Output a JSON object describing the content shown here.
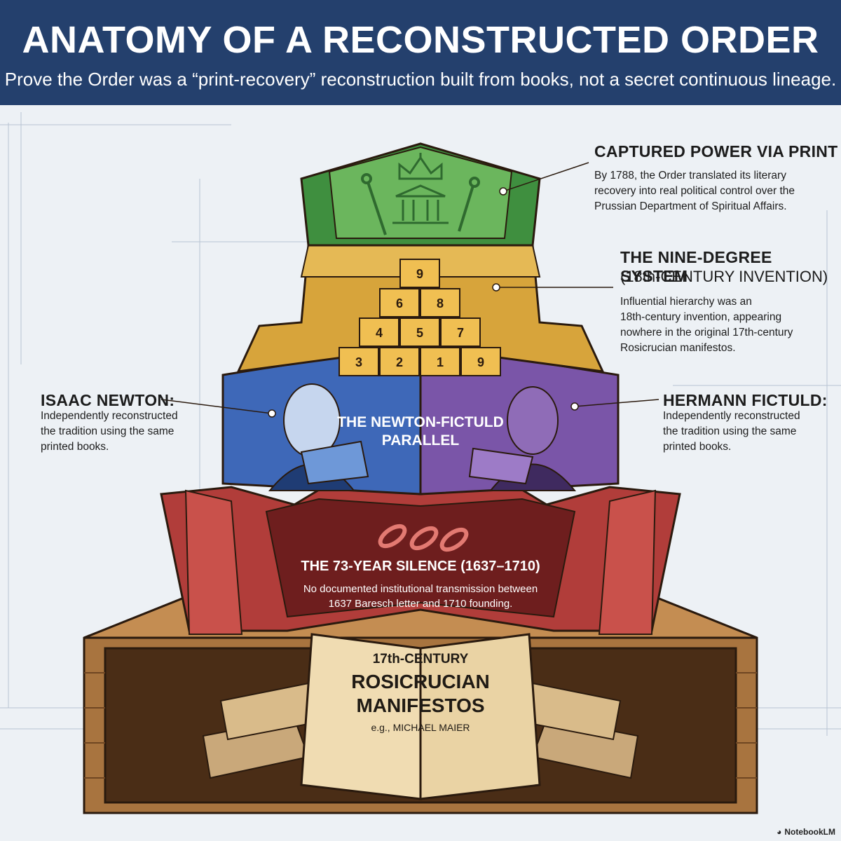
{
  "header": {
    "title": "ANATOMY OF A RECONSTRUCTED ORDER",
    "subtitle": "Prove the Order was a “print-recovery” reconstruction built from books, not a secret continuous lineage."
  },
  "tiers": {
    "top": {
      "title": "CAPTURED POWER VIA PRINT",
      "body": [
        "By 1788, the Order translated its literary",
        "recovery into real political control over the",
        "Prussian Department of Spiritual Affairs."
      ],
      "color": "#3f8f3f",
      "icons": [
        "crown-icon",
        "government-building-icon",
        "scepter-icon"
      ]
    },
    "second": {
      "title": "THE NINE-DEGREE SYSTEM",
      "subtitle": "(18th-CENTURY INVENTION)",
      "body": [
        "Influential hierarchy was an",
        "18th-century invention, appearing",
        "nowhere in the original 17th-century",
        "Rosicrucian manifestos."
      ],
      "color": "#d7a43b",
      "degree_blocks": [
        "9",
        "6",
        "8",
        "4",
        "5",
        "7",
        "3",
        "2",
        "1",
        "9"
      ]
    },
    "middle": {
      "center_label": [
        "THE NEWTON-FICTULD",
        "PARALLEL"
      ],
      "left": {
        "title": "ISAAC NEWTON:",
        "body": [
          "Independently reconstructed",
          "the tradition using the same",
          "printed books."
        ],
        "color": "#3e68b8"
      },
      "right": {
        "title": "HERMANN FICTULD:",
        "body": [
          "Independently reconstructed",
          "the tradition using the same",
          "printed books."
        ],
        "color": "#7a55a8"
      }
    },
    "gap": {
      "title": "THE 73-YEAR SILENCE (1637–1710)",
      "body": [
        "No documented institutional transmission between",
        "1637 Baresch letter and 1710 founding."
      ],
      "color": "#b13d3a",
      "icon": "broken-chain-icon"
    },
    "foundation": {
      "book_lines": [
        "17th-CENTURY",
        "ROSICRUCIAN",
        "MANIFESTOS"
      ],
      "book_note": "e.g., MICHAEL MAIER",
      "color": "#a8743f"
    }
  },
  "badge": {
    "text": "NotebookLM"
  }
}
